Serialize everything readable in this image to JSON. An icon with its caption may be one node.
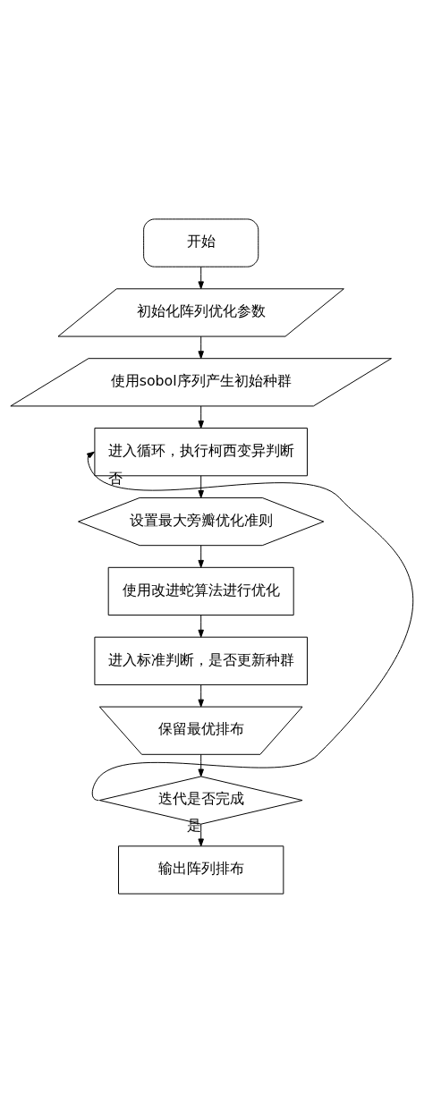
{
  "diagram": {
    "nodes": [
      {
        "text": [
          "开始"
        ]
      },
      {
        "text": [
          "初始化阵列优化参数"
        ]
      },
      {
        "text": [
          "使用sobol序列产生初始种群"
        ]
      },
      {
        "text": [
          "进入循环，执行柯西变异判断"
        ]
      },
      {
        "text": [
          "设置最大旁瓣优化准则"
        ]
      },
      {
        "text": [
          "使用改进蛇算法进行优化"
        ]
      },
      {
        "text": [
          "进入标准判断，是否更新种群"
        ]
      },
      {
        "text": [
          "保留最优排布"
        ]
      },
      {
        "text": [
          "迭代是否完成"
        ]
      },
      {
        "text": [
          "输出阵列排布"
        ]
      }
    ],
    "edges": [
      {
        "from": 0,
        "to": 1,
        "arrow": "to"
      },
      {
        "from": 1,
        "to": 2,
        "arrow": "to"
      },
      {
        "from": 2,
        "to": 3,
        "arrow": "to"
      },
      {
        "from": 3,
        "to": 4,
        "arrow": "to"
      },
      {
        "from": 4,
        "to": 5,
        "arrow": "to"
      },
      {
        "from": 5,
        "to": 6,
        "arrow": "to"
      },
      {
        "from": 6,
        "to": 7,
        "arrow": "to"
      },
      {
        "from": 7,
        "to": 8,
        "arrow": "to"
      },
      {
        "from": 8,
        "to": 3,
        "arrow": "to",
        "label": "否"
      },
      {
        "from": 8,
        "to": 9,
        "arrow": "to",
        "label": "是"
      }
    ]
  }
}
